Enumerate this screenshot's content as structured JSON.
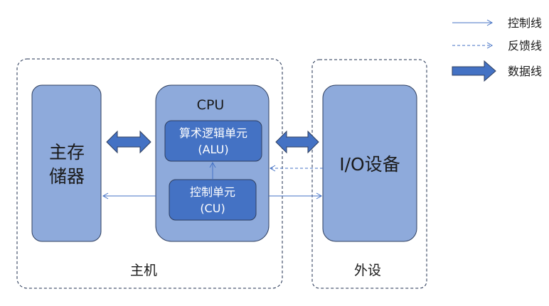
{
  "legend": {
    "items": [
      {
        "label": "控制线",
        "kind": "control-line"
      },
      {
        "label": "反馈线",
        "kind": "feedback-line"
      },
      {
        "label": "数据线",
        "kind": "data-line"
      }
    ]
  },
  "groups": {
    "host": {
      "label": "主机"
    },
    "peripheral": {
      "label": "外设"
    }
  },
  "nodes": {
    "memory": {
      "line1": "主存",
      "line2": "储器"
    },
    "cpu": {
      "label": "CPU"
    },
    "alu": {
      "line1": "算术逻辑单元",
      "line2": "(ALU)"
    },
    "cu": {
      "line1": "控制单元",
      "line2": "(CU)"
    },
    "io": {
      "label": "I/O设备"
    }
  },
  "edges": [
    {
      "from": "memory",
      "to": "cpu",
      "type": "data",
      "direction": "both"
    },
    {
      "from": "cpu",
      "to": "io",
      "type": "data",
      "direction": "both"
    },
    {
      "from": "cu",
      "to": "alu",
      "type": "control"
    },
    {
      "from": "cu",
      "to": "memory",
      "type": "control"
    },
    {
      "from": "cu",
      "to": "io",
      "type": "control"
    },
    {
      "from": "io",
      "to": "cpu",
      "type": "feedback"
    }
  ],
  "colors": {
    "box_fill": "#8eaadb",
    "box_stroke": "#2f3f5f",
    "inner_fill": "#4472c4",
    "line": "#4472c4",
    "dash_border": "#1f2f4f"
  }
}
